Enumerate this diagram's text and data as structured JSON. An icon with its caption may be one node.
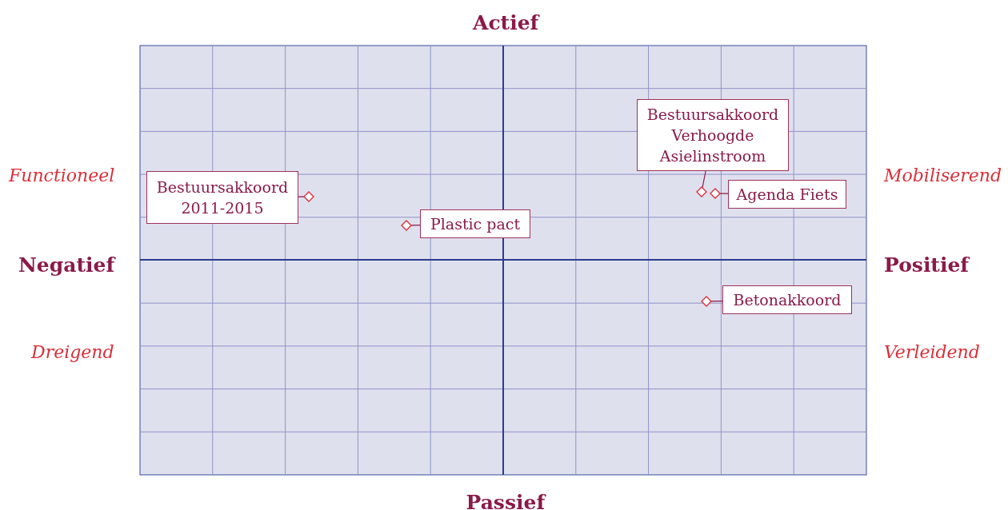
{
  "diagram": {
    "nodes": [
      {
        "text": [
          "Bestuursakkoord 2011-2015"
        ]
      },
      {
        "text": [],
        "shape": "diamond"
      },
      {
        "text": [
          "Plastic pact"
        ]
      },
      {
        "text": [],
        "shape": "diamond"
      },
      {
        "text": [
          "Bestuursakkoord Verhoogde Asielinstroom"
        ]
      },
      {
        "text": [],
        "shape": "diamond"
      },
      {
        "text": [
          "Agenda Fiets"
        ]
      },
      {
        "text": [],
        "shape": "diamond"
      },
      {
        "text": [
          "Betonakkoord"
        ]
      },
      {
        "text": [],
        "shape": "diamond"
      }
    ],
    "edges": [
      {
        "from": 0,
        "to": 1,
        "arrow": "none"
      },
      {
        "from": 2,
        "to": 3,
        "arrow": "none"
      },
      {
        "from": 4,
        "to": 5,
        "arrow": "none"
      },
      {
        "from": 6,
        "to": 7,
        "arrow": "none"
      },
      {
        "from": 8,
        "to": 9,
        "arrow": "none"
      }
    ],
    "labels": [
      "Actief",
      "Functioneel",
      "Mobiliserend",
      "Negatief",
      "Positief",
      "Dreigend",
      "Verleidend",
      "Passief"
    ]
  }
}
